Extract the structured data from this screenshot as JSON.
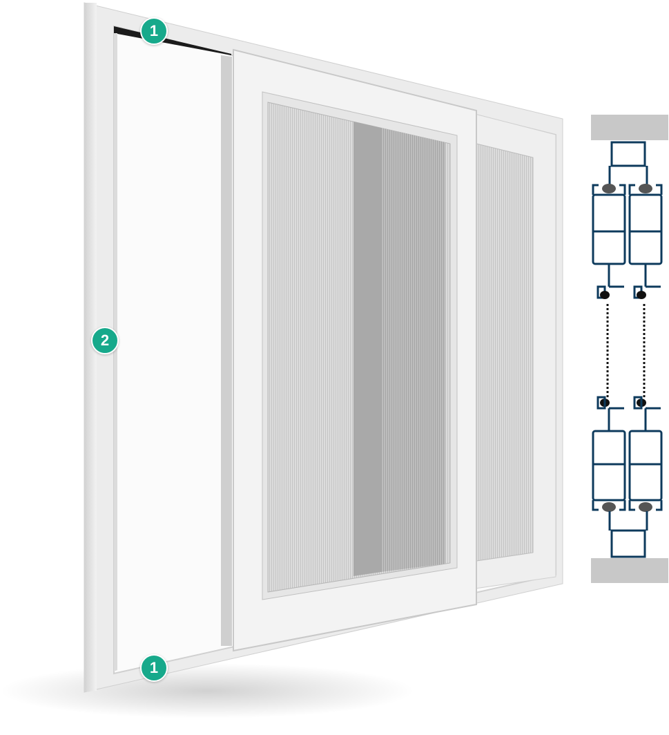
{
  "colors": {
    "marker": "#17a98b",
    "profile": "#0d3a5c",
    "bar": "#c8c8c8"
  },
  "markers": [
    {
      "label": "1",
      "part": "top-track"
    },
    {
      "label": "2",
      "part": "side-frame"
    },
    {
      "label": "1",
      "part": "bottom-track"
    }
  ]
}
